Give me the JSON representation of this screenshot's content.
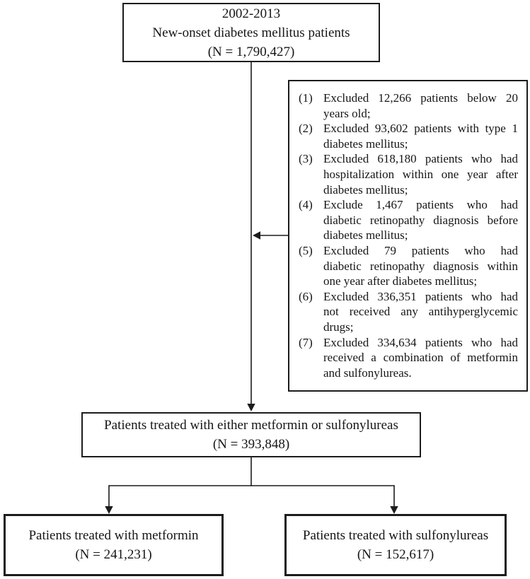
{
  "figure": {
    "background_color": "#ffffff",
    "ink_color": "#1c1c1c",
    "boxes": {
      "source": {
        "lines": [
          "2002-2013",
          "New-onset diabetes mellitus patients",
          "(N = 1,790,427)"
        ]
      },
      "exclusions": {
        "items": [
          {
            "marker": "(1)",
            "lines": [
              "Excluded 12,266 patients below 20",
              "years old;"
            ]
          },
          {
            "marker": "(2)",
            "lines": [
              "Excluded 93,602 patients with type 1",
              "diabetes mellitus;"
            ]
          },
          {
            "marker": "(3)",
            "lines": [
              "Excluded 618,180 patients who had",
              "hospitalization within one year after",
              "diabetes mellitus;"
            ]
          },
          {
            "marker": "(4)",
            "lines": [
              "Exclude 1,467 patients who had",
              "diabetic retinopathy diagnosis before",
              "diabetes mellitus;"
            ]
          },
          {
            "marker": "(5)",
            "lines": [
              "Excluded 79 patients who had",
              "diabetic retinopathy diagnosis within",
              "one year after diabetes mellitus;"
            ]
          },
          {
            "marker": "(6)",
            "lines": [
              "Excluded 336,351 patients who had",
              "not received any antihyperglycemic",
              "drugs;"
            ]
          },
          {
            "marker": "(7)",
            "lines": [
              "Excluded 334,634 patients who had",
              "received a combination of metformin",
              "and sulfonylureas."
            ]
          }
        ]
      },
      "cohort": {
        "lines": [
          "Patients treated with either metformin or sulfonylureas",
          "(N = 393,848)"
        ]
      },
      "metformin": {
        "lines": [
          "Patients treated with metformin",
          "(N = 241,231)"
        ]
      },
      "sulfonylureas": {
        "lines": [
          "Patients treated with sulfonylureas",
          "(N = 152,617)"
        ]
      }
    }
  }
}
